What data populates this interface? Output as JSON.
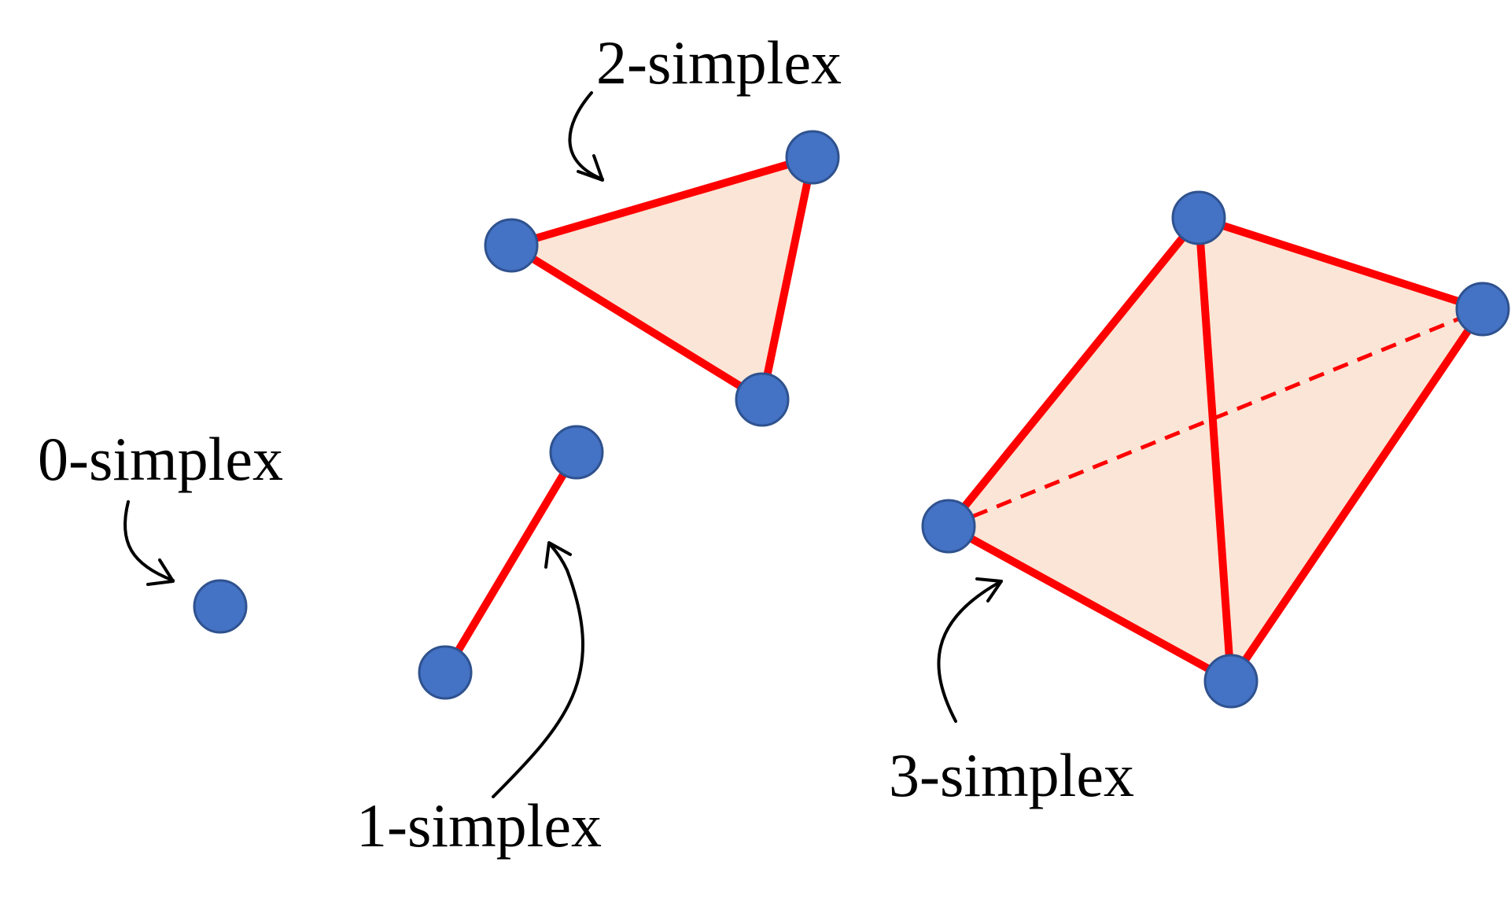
{
  "labels": {
    "zero": "0-simplex",
    "one": "1-simplex",
    "two": "2-simplex",
    "three": "3-simplex"
  },
  "colors": {
    "vertex_fill": "#4472C4",
    "vertex_stroke": "#2F528F",
    "edge": "#FF0000",
    "face": "#FBE5D6",
    "text": "#000000",
    "background": "#FFFFFF"
  }
}
